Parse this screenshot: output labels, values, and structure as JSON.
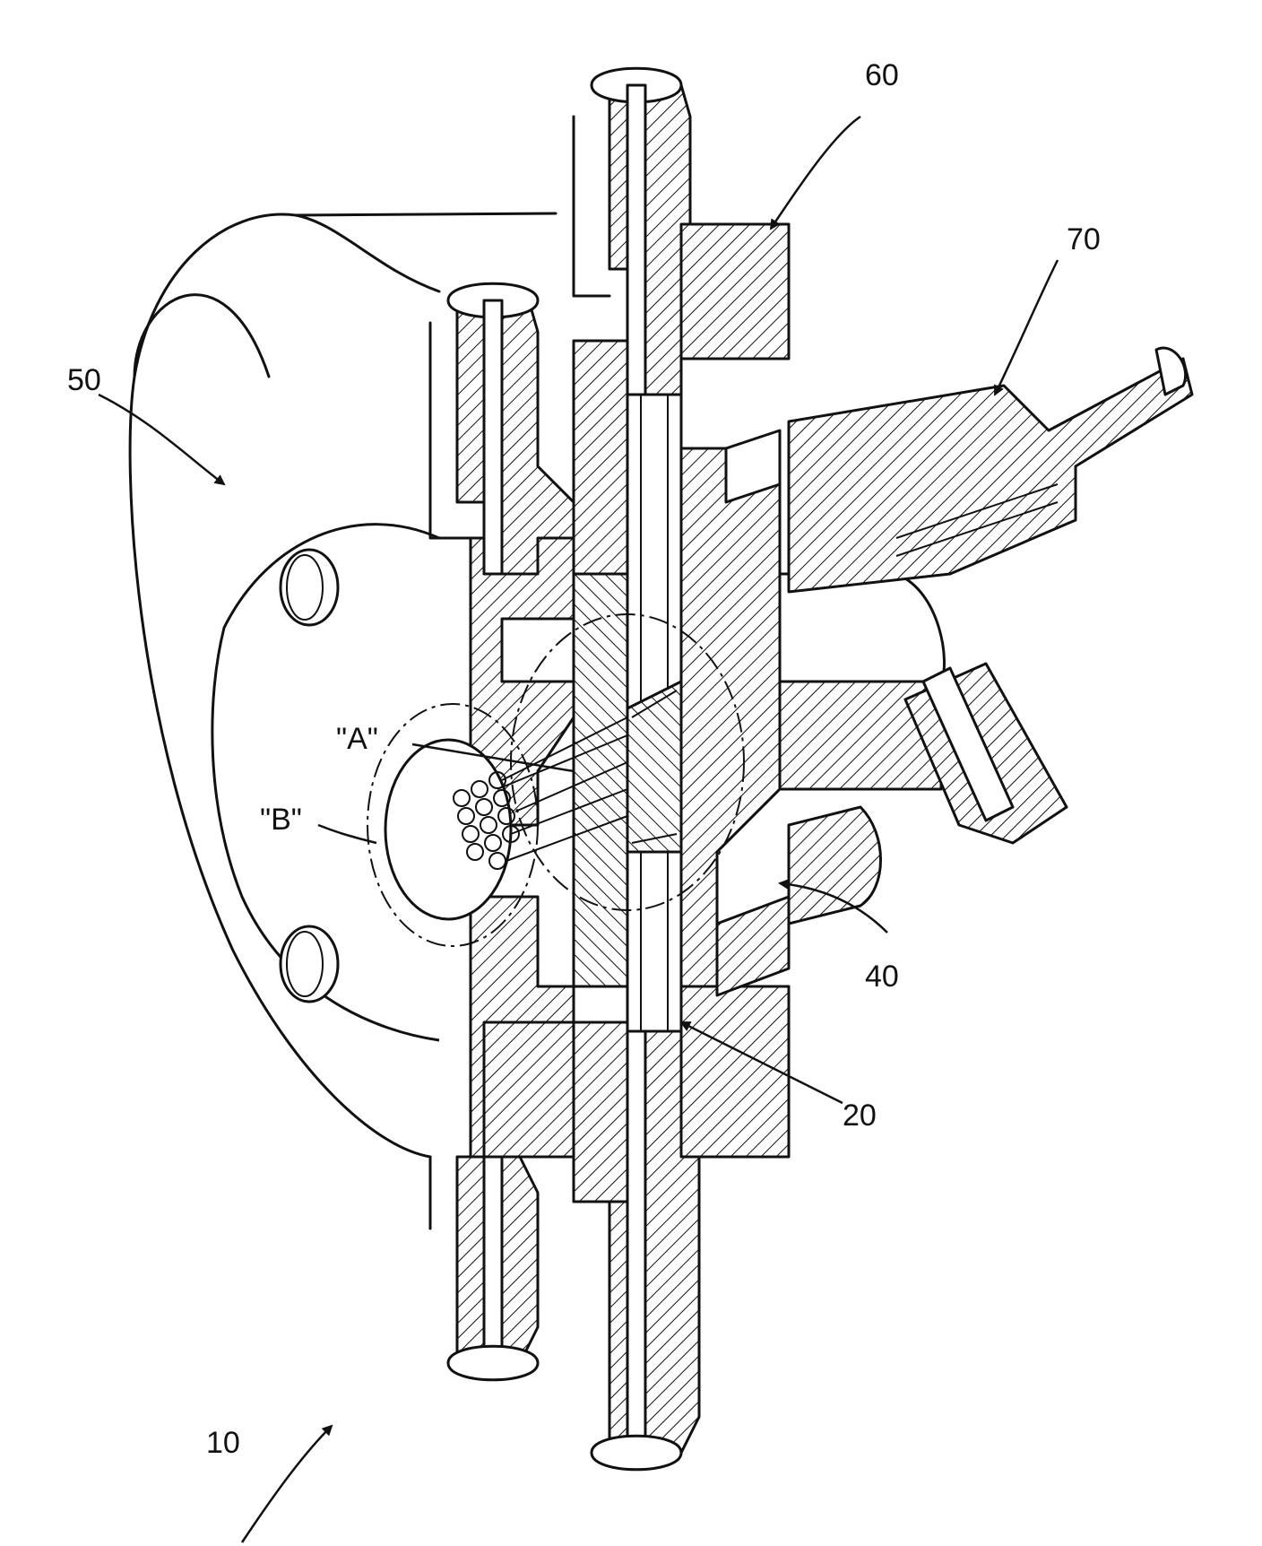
{
  "labels": {
    "ref_10": "10",
    "ref_20": "20",
    "ref_40": "40",
    "ref_50": "50",
    "ref_60": "60",
    "ref_70": "70",
    "detail_a": "\"A\"",
    "detail_b": "\"B\""
  },
  "colors": {
    "line": "#111111",
    "background": "#ffffff"
  }
}
